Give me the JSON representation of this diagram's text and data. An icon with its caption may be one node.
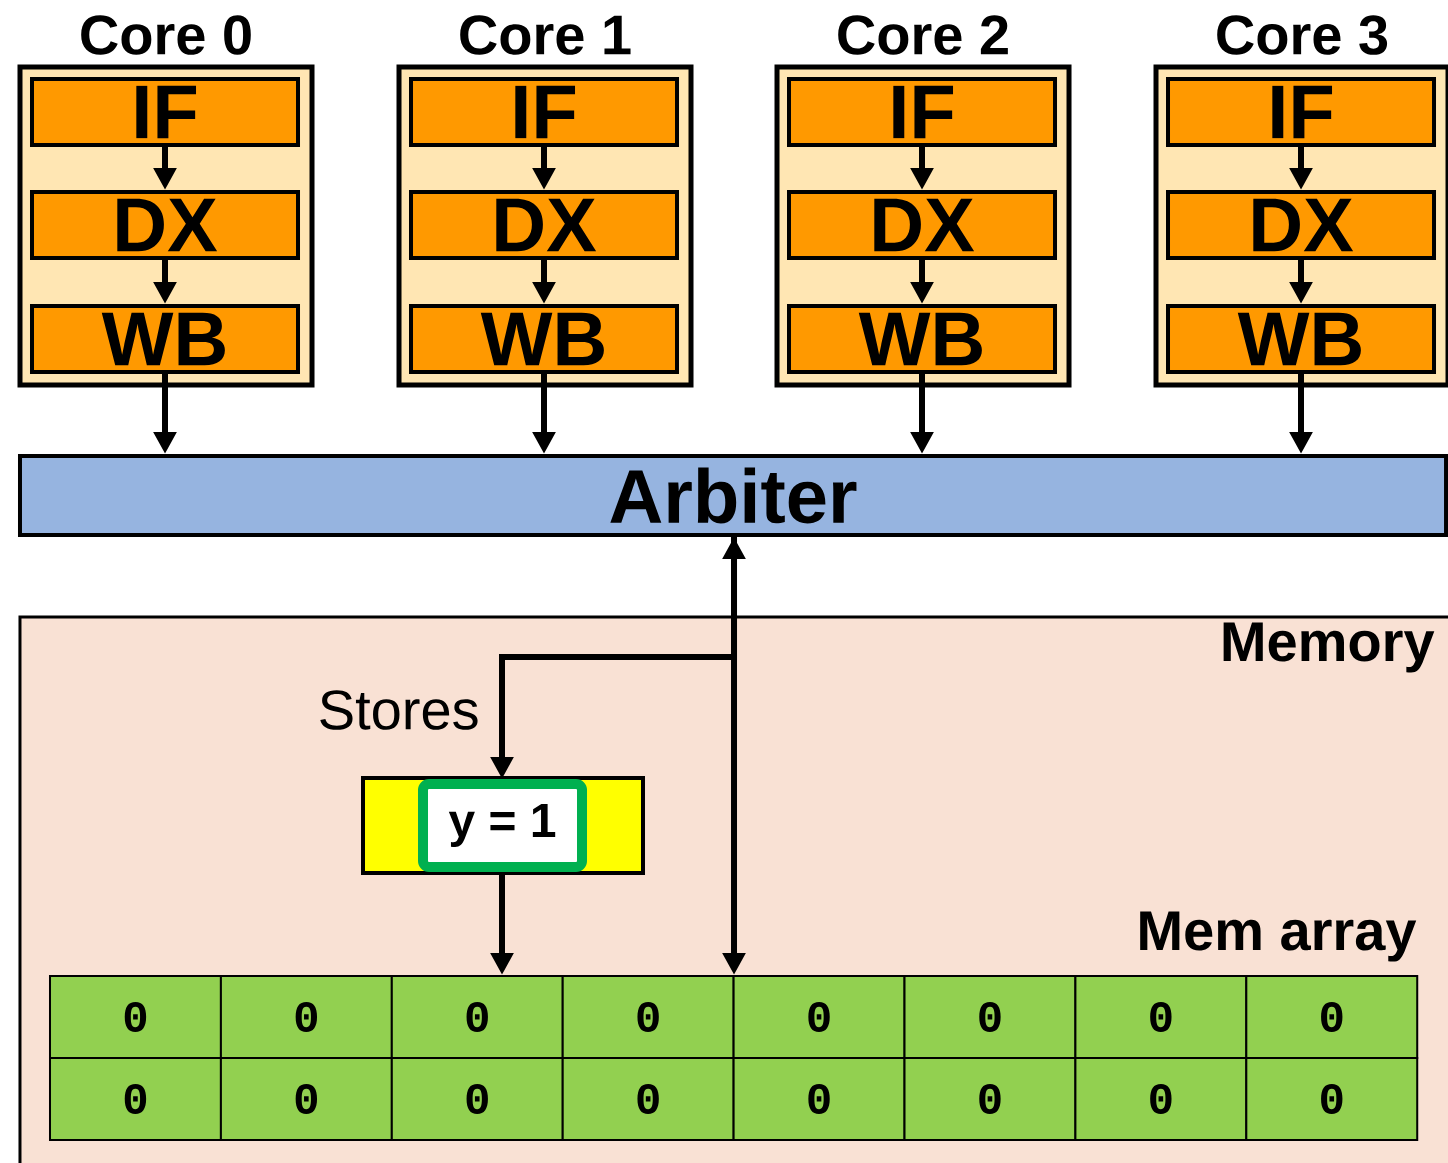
{
  "diagram": {
    "nodes": [
      {
        "text": [
          "Core 0"
        ]
      },
      {
        "text": [
          "IF"
        ],
        "in": 0
      },
      {
        "text": [
          "DX"
        ],
        "in": 0
      },
      {
        "text": [
          "WB"
        ],
        "in": 0
      },
      {
        "text": [
          "Core 1"
        ]
      },
      {
        "text": [
          "IF"
        ],
        "in": 4
      },
      {
        "text": [
          "DX"
        ],
        "in": 4
      },
      {
        "text": [
          "WB"
        ],
        "in": 4
      },
      {
        "text": [
          "Core 2"
        ]
      },
      {
        "text": [
          "IF"
        ],
        "in": 8
      },
      {
        "text": [
          "DX"
        ],
        "in": 8
      },
      {
        "text": [
          "WB"
        ],
        "in": 8
      },
      {
        "text": [
          "Core 3"
        ]
      },
      {
        "text": [
          "IF"
        ],
        "in": 12
      },
      {
        "text": [
          "DX"
        ],
        "in": 12
      },
      {
        "text": [
          "WB"
        ],
        "in": 12
      },
      {
        "text": [
          "Arbiter"
        ]
      },
      {
        "text": [
          "Memory"
        ]
      },
      {
        "text": [
          "Mem array"
        ],
        "in": 17
      },
      {
        "text": [
          "0"
        ],
        "in": 18
      },
      {
        "text": [
          "0"
        ],
        "in": 18
      },
      {
        "text": [
          "0"
        ],
        "in": 18
      },
      {
        "text": [
          "0"
        ],
        "in": 18
      },
      {
        "text": [
          "0"
        ],
        "in": 18
      },
      {
        "text": [
          "0"
        ],
        "in": 18
      },
      {
        "text": [
          "0"
        ],
        "in": 18
      },
      {
        "text": [
          "0"
        ],
        "in": 18
      },
      {
        "text": [
          "0"
        ],
        "in": 18
      },
      {
        "text": [
          "0"
        ],
        "in": 18
      },
      {
        "text": [
          "0"
        ],
        "in": 18
      },
      {
        "text": [
          "0"
        ],
        "in": 18
      },
      {
        "text": [
          "0"
        ],
        "in": 18
      },
      {
        "text": [
          "0"
        ],
        "in": 18
      },
      {
        "text": [
          "0"
        ],
        "in": 18
      },
      {
        "text": [
          "0"
        ],
        "in": 18
      },
      {
        "text": [],
        "shape": "box",
        "in": 17
      },
      {
        "text": [
          "y = 1"
        ],
        "in": 35
      }
    ],
    "edges": [
      {
        "from": 1,
        "to": 2,
        "arrow": "to"
      },
      {
        "from": 2,
        "to": 3,
        "arrow": "to"
      },
      {
        "from": 3,
        "to": 16,
        "arrow": "to"
      },
      {
        "from": 5,
        "to": 6,
        "arrow": "to"
      },
      {
        "from": 6,
        "to": 7,
        "arrow": "to"
      },
      {
        "from": 7,
        "to": 16,
        "arrow": "to"
      },
      {
        "from": 9,
        "to": 10,
        "arrow": "to"
      },
      {
        "from": 10,
        "to": 11,
        "arrow": "to"
      },
      {
        "from": 11,
        "to": 16,
        "arrow": "to"
      },
      {
        "from": 13,
        "to": 14,
        "arrow": "to"
      },
      {
        "from": 14,
        "to": 15,
        "arrow": "to"
      },
      {
        "from": 15,
        "to": 16,
        "arrow": "to"
      },
      {
        "from": 16,
        "to": 18,
        "arrow": "both"
      },
      {
        "from": 16,
        "to": 36,
        "arrow": "to",
        "label": "Stores"
      },
      {
        "from": 36,
        "to": 18,
        "arrow": "to"
      }
    ]
  }
}
